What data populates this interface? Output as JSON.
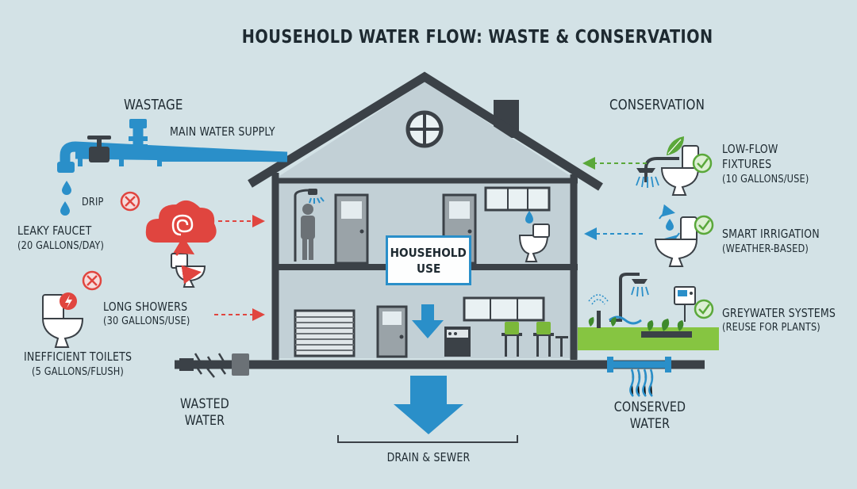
{
  "title": "HOUSEHOLD WATER FLOW: WASTE & CONSERVATION",
  "wastage": {
    "heading": "WASTAGE",
    "main_supply": "MAIN WATER SUPPLY",
    "drip": "DRIP",
    "leaky_faucet": {
      "name": "LEAKY FAUCET",
      "rate": "(20 GALLONS/DAY)"
    },
    "long_showers": {
      "name": "LONG SHOWERS",
      "rate": "(30 GALLONS/USE)"
    },
    "inefficient_toilets": {
      "name": "INEFFICIENT TOILETS",
      "rate": "(5 GALLONS/FLUSH)"
    },
    "wasted_water": [
      "WASTED",
      "WATER"
    ]
  },
  "conservation": {
    "heading": "CONSERVATION",
    "low_flow": {
      "name": [
        "LOW-FLOW",
        "FIXTURES"
      ],
      "rate": "(10 GALLONS/USE)"
    },
    "smart_irrigation": {
      "name": "SMART IRRIGATION",
      "rate": "(WEATHER-BASED)"
    },
    "greywater": {
      "name": "GREYWATER SYSTEMS",
      "rate": "(REUSE FOR PLANTS)"
    },
    "conserved_water": [
      "CONSERVED",
      "WATER"
    ]
  },
  "house": {
    "label": [
      "HOUSEHOLD",
      "USE"
    ]
  },
  "drain": "DRAIN & SEWER",
  "colors": {
    "background": "#d3e2e6",
    "house_fill": "#c2d0d6",
    "structure": "#3b4147",
    "water_blue": "#2a8fc9",
    "waste_red": "#e0453f",
    "conserve_green": "#5aa83a",
    "lawn_green": "#86c541"
  }
}
